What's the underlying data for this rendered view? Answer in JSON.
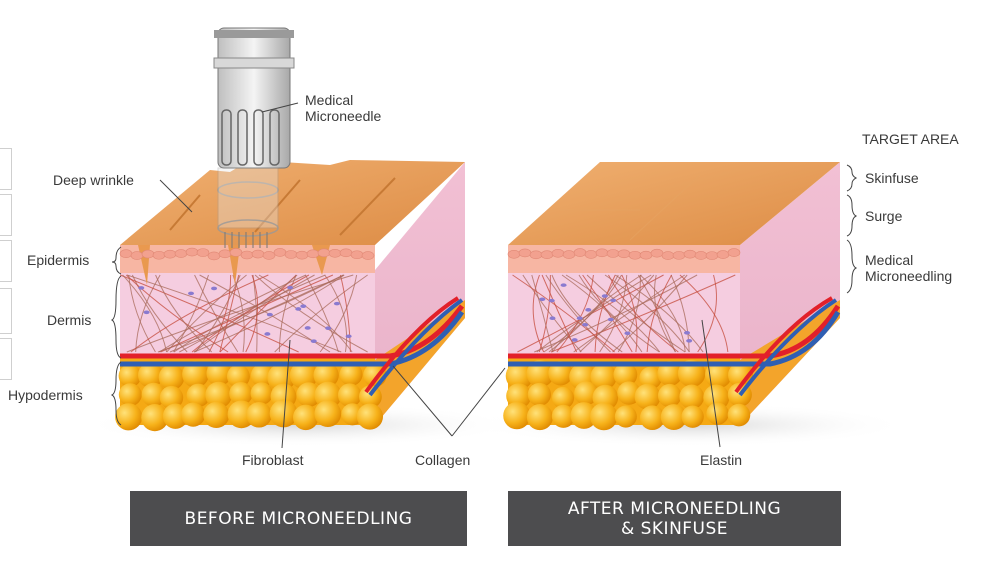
{
  "labels": {
    "medical_microneedle": [
      "Medical",
      "Microneedle"
    ],
    "deep_wrinkle": "Deep wrinkle",
    "epidermis": "Epidermis",
    "dermis": "Dermis",
    "hypodermis": "Hypodermis",
    "fibroblast": "Fibroblast",
    "collagen": "Collagen",
    "elastin": "Elastin"
  },
  "target": {
    "heading": "TARGET AREA",
    "skinfuse": "Skinfuse",
    "surge": "Surge",
    "medical_microneedling": [
      "Medical",
      "Microneedling"
    ]
  },
  "banners": {
    "before": "BEFORE MICRONEEDLING",
    "after_line1": "AFTER MICRONEEDLING",
    "after_line2": "& SKINFUSE"
  },
  "colors": {
    "skin_surface": "#e9a25e",
    "epidermis": "#f6b9a6",
    "dermis": "#f3c7dc",
    "fat": "#f6b014",
    "artery": "#e2202a",
    "vein": "#2f5fb3",
    "banner": "#4d4d4f"
  }
}
